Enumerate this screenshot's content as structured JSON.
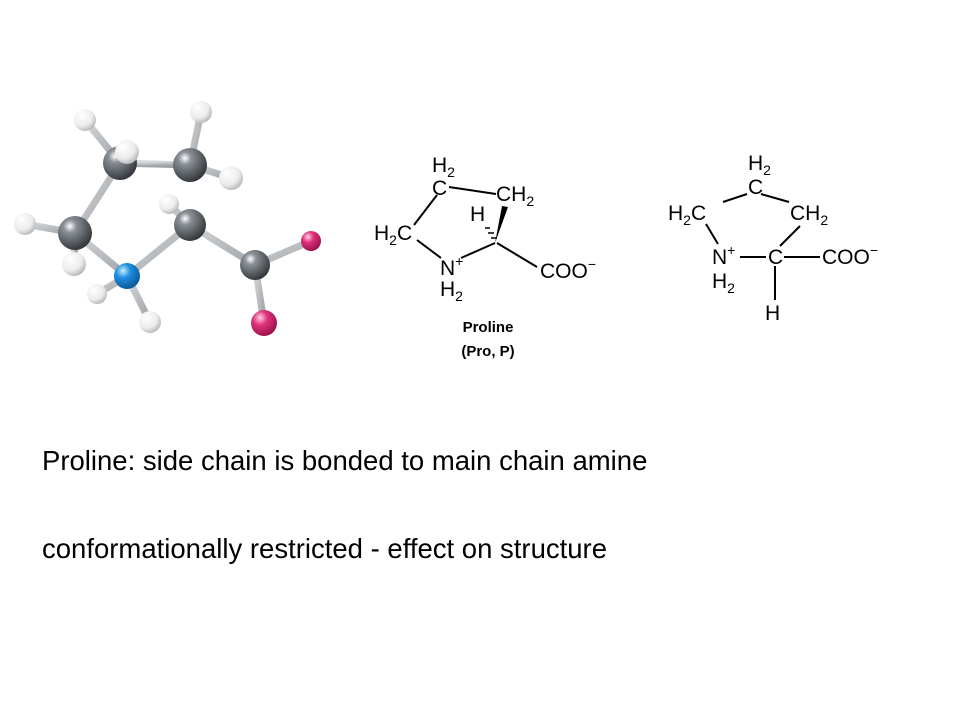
{
  "model": {
    "colors": {
      "carbon": "#4a4f55",
      "hydrogen": "#f2f2f2",
      "nitrogen": "#1d8fe0",
      "oxygen": "#e0317a",
      "bond": "#b9bcbf"
    }
  },
  "fischer_left": {
    "top_ch2": {
      "atom": "C",
      "h": "H",
      "sub": "2"
    },
    "right_ch2": {
      "atom": "CH",
      "sub": "2"
    },
    "left_ch2": {
      "atom": "H",
      "sub": "2",
      "tail": "C"
    },
    "h_wedge": "H",
    "nitrogen": {
      "atom": "N",
      "sup": "+",
      "h": "H",
      "sub": "2"
    },
    "carboxylate": {
      "atom": "COO",
      "sup": "−"
    }
  },
  "caption": {
    "line1": "Proline",
    "line2": "(Pro, P)"
  },
  "fischer_right": {
    "top_ch2": {
      "atom": "C",
      "h": "H",
      "sub": "2"
    },
    "left_ch2": {
      "atom": "H",
      "sub": "2",
      "tail": "C"
    },
    "right_ch2": {
      "atom": "CH",
      "sub": "2"
    },
    "nitrogen": {
      "atom": "N",
      "sup": "+",
      "h": "H",
      "sub": "2"
    },
    "carbon": "C",
    "carboxylate": {
      "atom": "COO",
      "sup": "−"
    },
    "bottom_h": "H"
  },
  "text": {
    "line1": "Proline: side chain is bonded to main chain amine",
    "line2": "conformationally restricted - effect on structure"
  }
}
